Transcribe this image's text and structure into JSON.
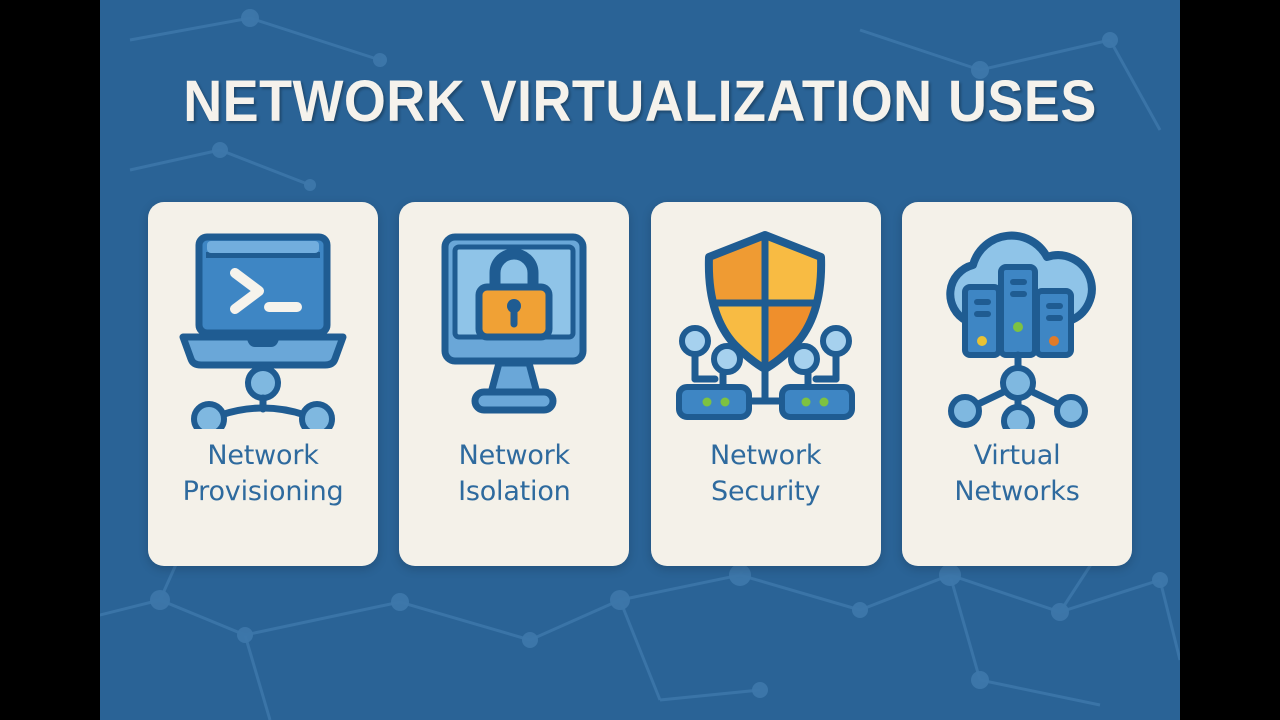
{
  "slide": {
    "title": "NETWORK VIRTUALIZATION USES",
    "background_color": "#2a6396",
    "card_background_color": "#f4f1e9",
    "label_color": "#2e6a9e",
    "title_color": "#f5f2ec",
    "accent_orange": "#f0a135",
    "accent_blue": "#3e86c4",
    "accent_green": "#7dc242",
    "letterbox_color": "#000000"
  },
  "cards": [
    {
      "icon": "laptop-terminal-network-icon",
      "label_line1": "Network",
      "label_line2": "Provisioning",
      "terminal_glyphs": ">_"
    },
    {
      "icon": "monitor-padlock-icon",
      "label_line1": "Network",
      "label_line2": "Isolation"
    },
    {
      "icon": "shield-routers-icon",
      "label_line1": "Network",
      "label_line2": "Security"
    },
    {
      "icon": "cloud-servers-network-icon",
      "label_line1": "Virtual",
      "label_line2": "Networks"
    }
  ]
}
